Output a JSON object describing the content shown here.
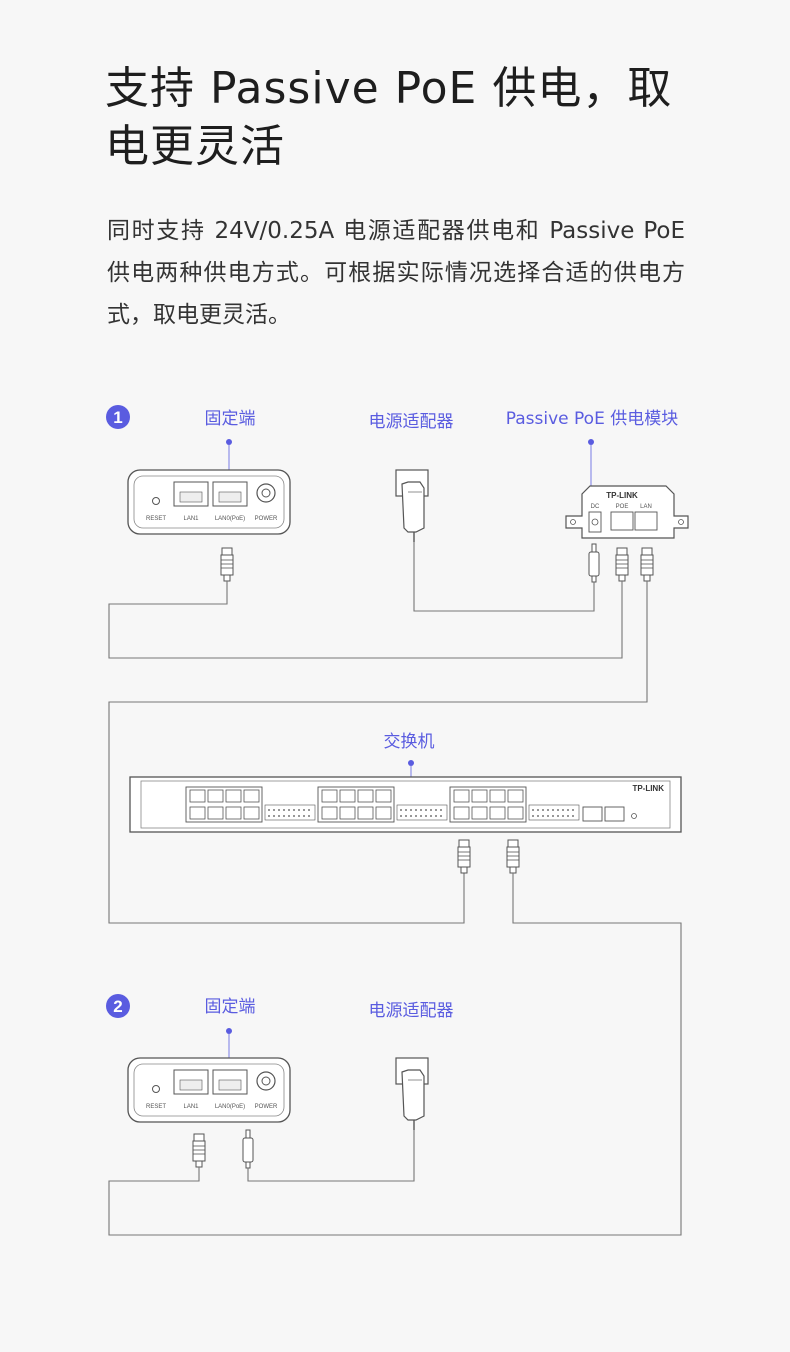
{
  "header": {
    "title": "支持 Passive PoE 供电，取电更灵活",
    "description": "同时支持 24V/0.25A 电源适配器供电和 Passive PoE 供电两种供电方式。可根据实际情况选择合适的供电方式，取电更灵活。"
  },
  "diagram1": {
    "number": "1",
    "device_label": "固定端",
    "adapter_label": "电源适配器",
    "poe_module_label": "Passive PoE 供电模块",
    "device_ports": [
      "RESET",
      "LAN1",
      "LAN0(PoE)",
      "POWER"
    ],
    "poe_module": {
      "brand": "TP-LINK",
      "ports": [
        "DC",
        "POE",
        "LAN"
      ]
    }
  },
  "switch": {
    "label": "交换机",
    "brand": "TP-LINK"
  },
  "diagram2": {
    "number": "2",
    "device_label": "固定端",
    "adapter_label": "电源适配器",
    "device_ports": [
      "RESET",
      "LAN1",
      "LAN0(PoE)",
      "POWER"
    ]
  },
  "colors": {
    "accent": "#5a5ce0",
    "line": "#777777",
    "background": "#f7f7f7"
  }
}
